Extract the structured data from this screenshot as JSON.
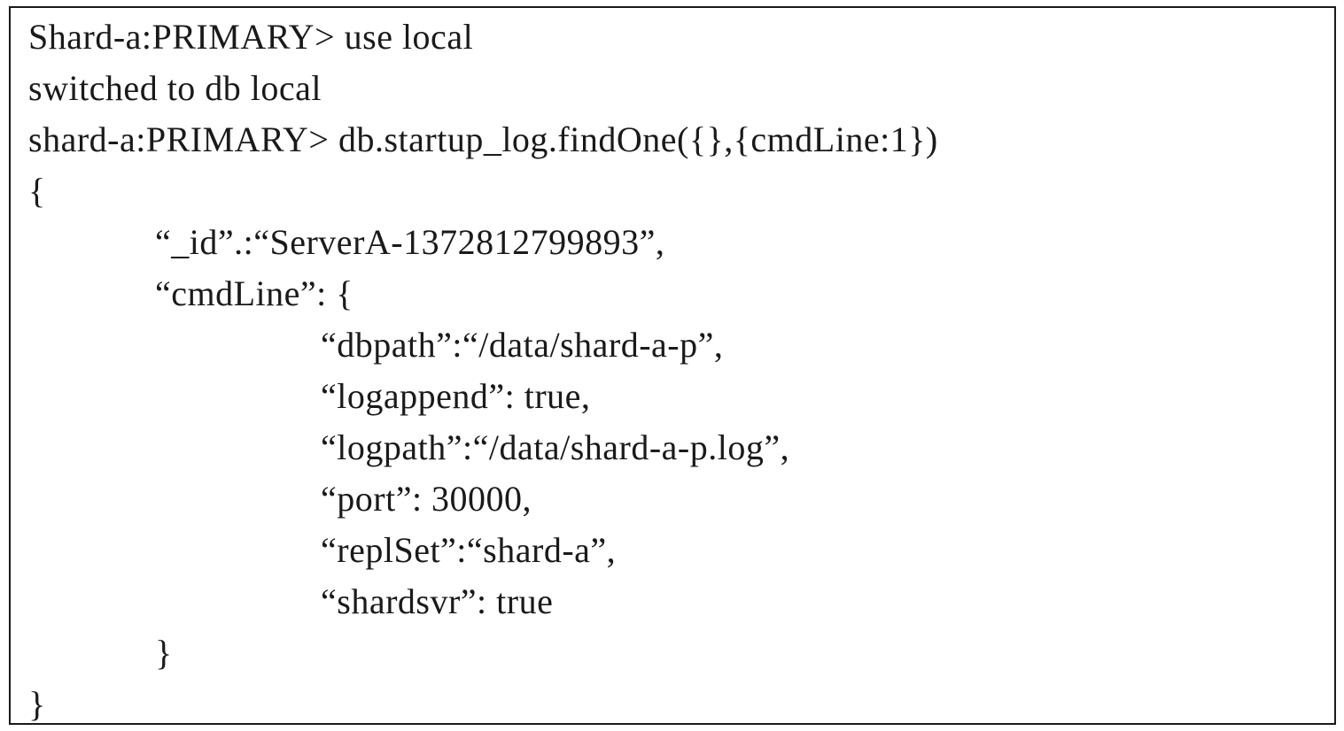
{
  "code_block": {
    "lines": [
      "Shard-a:PRIMARY> use local",
      "switched to db local",
      "shard-a:PRIMARY> db.startup_log.findOne({},{cmdLine:1})",
      "{",
      "“_id”.:“ServerA-1372812799893”,",
      "“cmdLine”: {",
      "“dbpath”:“/data/shard-a-p”,",
      "“logappend”: true,",
      "“logpath”:“/data/shard-a-p.log”,",
      "“port”: 30000,",
      "“replSet”:“shard-a”,",
      "“shardsvr”: true",
      "}",
      "}"
    ]
  }
}
